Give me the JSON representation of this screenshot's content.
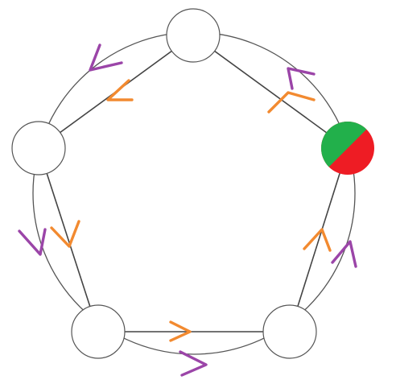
{
  "nodes": [
    {
      "id": "top",
      "state": "empty"
    },
    {
      "id": "left",
      "state": "empty"
    },
    {
      "id": "bottom-left",
      "state": "empty"
    },
    {
      "id": "bottom-right",
      "state": "empty"
    },
    {
      "id": "right",
      "state": "split",
      "fill_top_left": "#22b04b",
      "fill_bottom_right": "#ee1c24"
    }
  ],
  "edges": [
    {
      "type": "outer-ring",
      "color": "#555555"
    },
    {
      "type": "inner-pentagon",
      "color": "#444444"
    }
  ],
  "arrows": {
    "orange": {
      "color": "#f28a30",
      "direction": "counterclockwise",
      "track": "inner-pentagon"
    },
    "purple": {
      "color": "#9b45a8",
      "direction": "counterclockwise",
      "track": "outer-ring"
    }
  }
}
